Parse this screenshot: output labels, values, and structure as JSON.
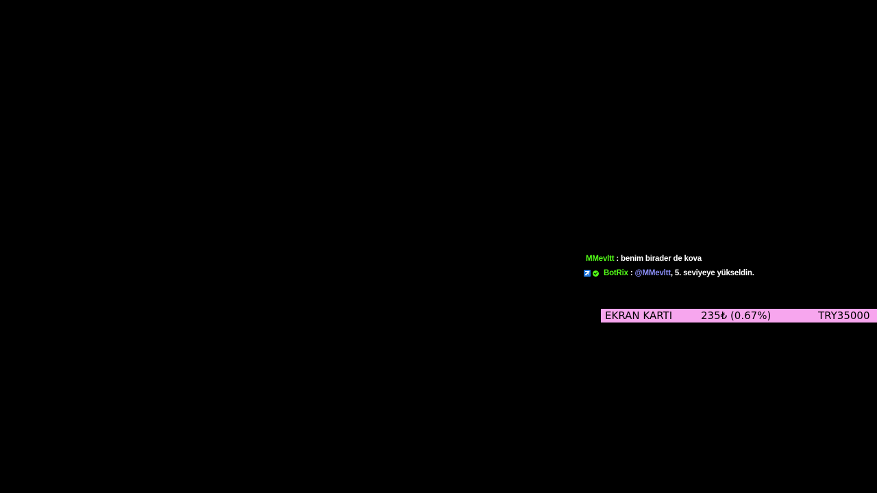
{
  "chat": {
    "messages": [
      {
        "username": "MMevltt",
        "separator": ":",
        "text": "benim birader de kova"
      },
      {
        "badges": [
          "bot-badge-icon",
          "verified-badge-icon"
        ],
        "username": "BotRix",
        "separator": ":",
        "mention": "@MMevltt",
        "text": ", 5. seviyeye yükseldin."
      }
    ]
  },
  "ticker": {
    "name": "EKRAN KARTI",
    "change": "235₺ (0.67%)",
    "price": "TRY35000"
  },
  "colors": {
    "background": "#000000",
    "username": "#53fc18",
    "mention": "#8a8ef8",
    "ticker_background": "#f7a6ee"
  }
}
